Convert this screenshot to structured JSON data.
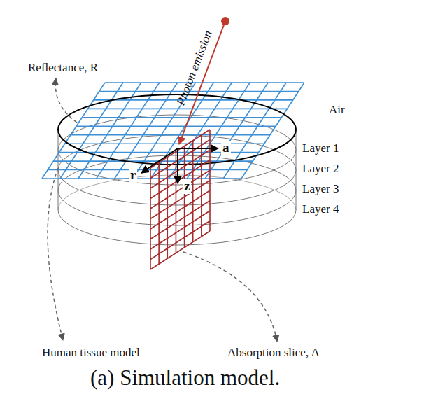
{
  "diagram": {
    "caption": "(a) Simulation model.",
    "labels": [
      "Photon emission",
      "Reflectance, R",
      "Air",
      "Layer 1",
      "Layer 2",
      "Layer 3",
      "Layer 4",
      "a",
      "r",
      "z",
      "Human tissue model",
      "Absorption slice, A"
    ]
  }
}
